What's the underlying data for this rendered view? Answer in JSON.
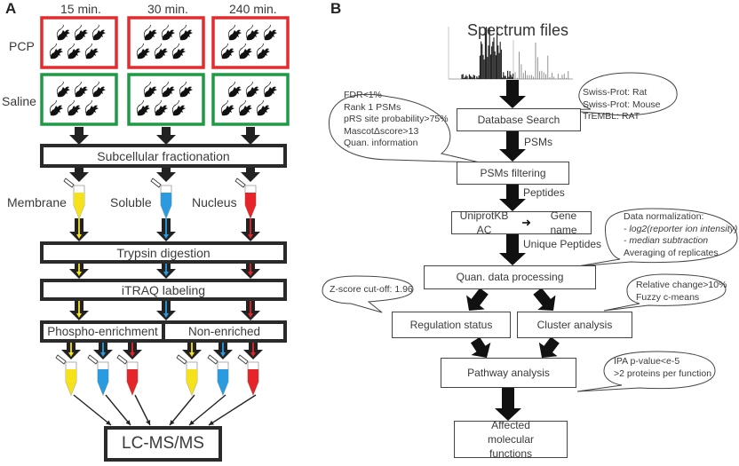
{
  "panel_a": {
    "letter": "A",
    "time_points": [
      "15 min.",
      "30 min.",
      "240 min."
    ],
    "groups": [
      {
        "label": "PCP",
        "border_color": "#e32c2f"
      },
      {
        "label": "Saline",
        "border_color": "#1e9a45"
      }
    ],
    "rats_per_box": 6,
    "step_fractionation": "Subcellular fractionation",
    "fractions": [
      {
        "label": "Membrane",
        "color": "#f5e21a"
      },
      {
        "label": "Soluble",
        "color": "#2a9be0"
      },
      {
        "label": "Nucleus",
        "color": "#e5252a"
      }
    ],
    "step_digestion": "Trypsin digestion",
    "step_labeling": "iTRAQ labeling",
    "step_enrichment": "Phospho-enrichment",
    "step_nonenriched": "Non-enriched",
    "final_step": "LC-MS/MS"
  },
  "panel_b": {
    "letter": "B",
    "spectrum_label": "Spectrum files",
    "steps": [
      "Database Search",
      "PSMs filtering",
      "UniprotKB AC",
      "Gene name",
      "Quan. data processing",
      "Regulation status",
      "Cluster analysis",
      "Pathway analysis",
      "Affected molecular functions"
    ],
    "arrow_labels": [
      "PSMs",
      "Peptides",
      "Unique Peptides"
    ],
    "bubbles": {
      "databases": [
        "Swiss-Prot: Rat",
        "Swiss-Prot: Mouse",
        "TrEMBL: RAT"
      ],
      "filters": [
        "FDR<1%",
        "Rank 1 PSMs",
        "pRS site probability>75%",
        "MascotΔscore>13",
        "Quan. information"
      ],
      "normalization": [
        "Data normalization:",
        "- log2(reporter ion intensity)",
        "- median subtraction",
        "Averaging of replicates"
      ],
      "zscore": [
        "Z-score cut-off: 1.96"
      ],
      "cluster": [
        "Relative change>10%",
        "Fuzzy c-means"
      ],
      "pathway": [
        "IPA p-value<e-5",
        ">2 proteins per function"
      ]
    }
  }
}
